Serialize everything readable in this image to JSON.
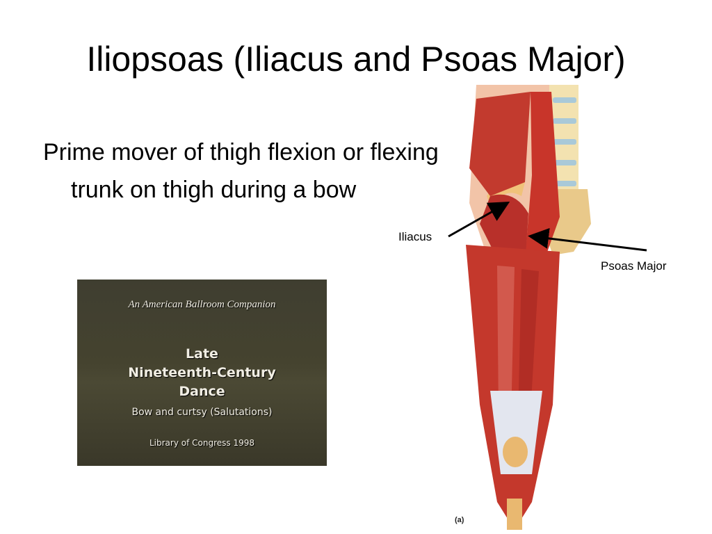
{
  "slide": {
    "title": "Iliopsoas (Iliacus and Psoas Major)",
    "bullet": "Prime mover of thigh flexion or flexing trunk on thigh during a bow"
  },
  "video": {
    "series": "An American Ballroom Companion",
    "title_line1": "Late",
    "title_line2": "Nineteenth-Century",
    "title_line3": "Dance",
    "subtitle": "Bow and curtsy (Salutations)",
    "credit": "Library of Congress 1998"
  },
  "figure": {
    "label_iliacus": "Iliacus",
    "label_psoas": "Psoas Major",
    "panel_label": "(a)"
  }
}
